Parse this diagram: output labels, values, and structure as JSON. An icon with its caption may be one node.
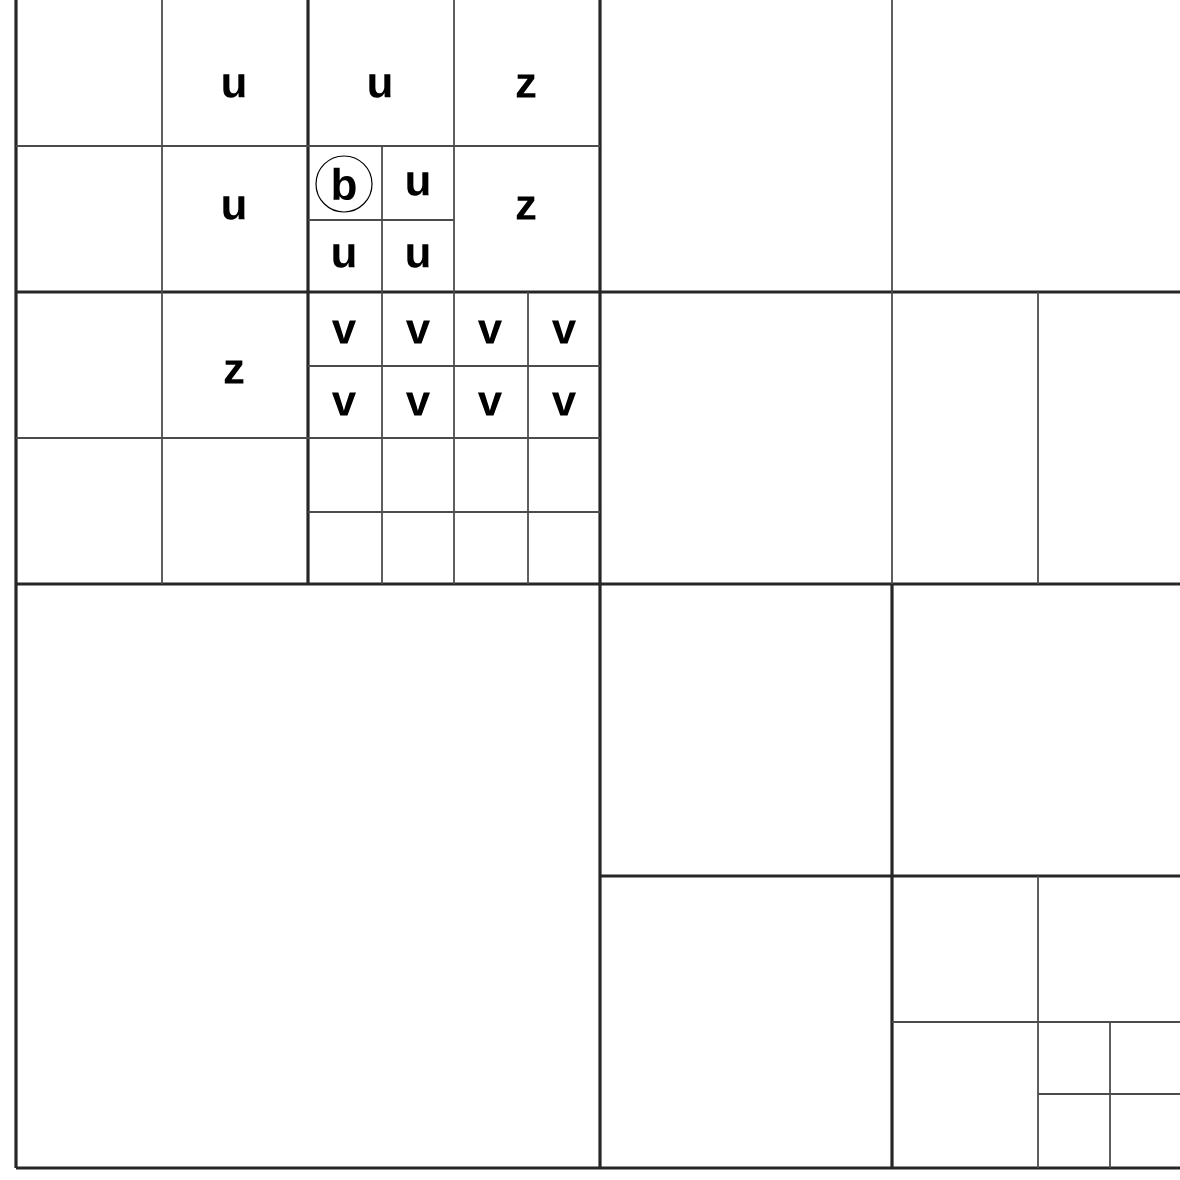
{
  "diagram": {
    "nodes": [
      {
        "text": [
          "b"
        ]
      }
    ],
    "edges": [],
    "labels": [
      "u",
      "u",
      "z",
      "u",
      "u",
      "z",
      "u",
      "u",
      "z",
      "v",
      "v",
      "v",
      "v",
      "v",
      "v",
      "v",
      "v"
    ]
  }
}
